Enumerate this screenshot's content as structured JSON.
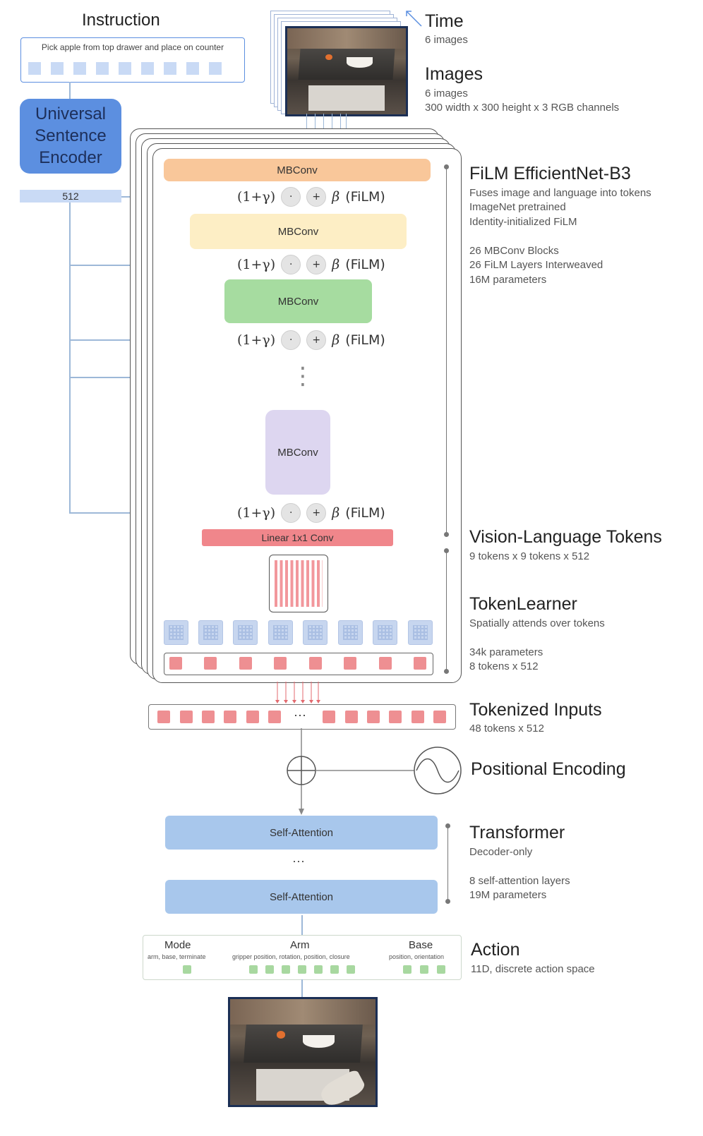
{
  "instruction": {
    "title": "Instruction",
    "text": "Pick apple from top drawer and place on counter"
  },
  "use": {
    "line1": "Universal",
    "line2": "Sentence",
    "line3": "Encoder",
    "dim": "512"
  },
  "time": {
    "title": "Time",
    "sub": "6 images"
  },
  "images": {
    "title": "Images",
    "sub1": "6 images",
    "sub2": "300 width x 300 height x 3 RGB channels"
  },
  "film_net": {
    "title": "FiLM EfficientNet-B3",
    "lines": [
      "Fuses image and language into tokens",
      "ImageNet pretrained",
      "Identity-initialized FiLM"
    ],
    "lines2": [
      "26 MBConv Blocks",
      "26 FiLM Layers Interweaved",
      "16M parameters"
    ]
  },
  "blocks": {
    "mbconv": "MBConv",
    "film_gamma": "(1+γ)",
    "film_dot": "·",
    "film_plus": "+",
    "film_beta": "β",
    "film_label": "(FiLM)",
    "ellipsis": "⋮",
    "linear": "Linear 1x1 Conv"
  },
  "vl_tokens": {
    "title": "Vision-Language Tokens",
    "sub": "9 tokens x 9 tokens x 512"
  },
  "token_learner": {
    "title": "TokenLearner",
    "sub": "Spatially attends over tokens",
    "lines": [
      "34k parameters",
      "8 tokens x 512"
    ]
  },
  "tokenized": {
    "title": "Tokenized Inputs",
    "sub": "48 tokens x 512",
    "ellipsis": "···"
  },
  "positional": {
    "title": "Positional Encoding"
  },
  "transformer": {
    "title": "Transformer",
    "sub": "Decoder-only",
    "lines": [
      "8 self-attention layers",
      "19M parameters"
    ],
    "block": "Self-Attention",
    "ellipsis": "···"
  },
  "action": {
    "title": "Action",
    "sub": "11D, discrete action space",
    "groups": [
      {
        "name": "Mode",
        "desc": "arm, base, terminate"
      },
      {
        "name": "Arm",
        "desc": "gripper position, rotation, position, closure"
      },
      {
        "name": "Base",
        "desc": "position, orientation"
      }
    ]
  },
  "colors": {
    "mbconv1": "#f9c79a",
    "mbconv2": "#fdeec5",
    "mbconv3": "#a6dca0",
    "mbconv4": "#ddd6f0",
    "linear": "#f0868b",
    "token": "#ee8f92",
    "attention": "#a8c7ec",
    "use": "#5c8fe0",
    "action_sq": "#a8d8a0"
  }
}
